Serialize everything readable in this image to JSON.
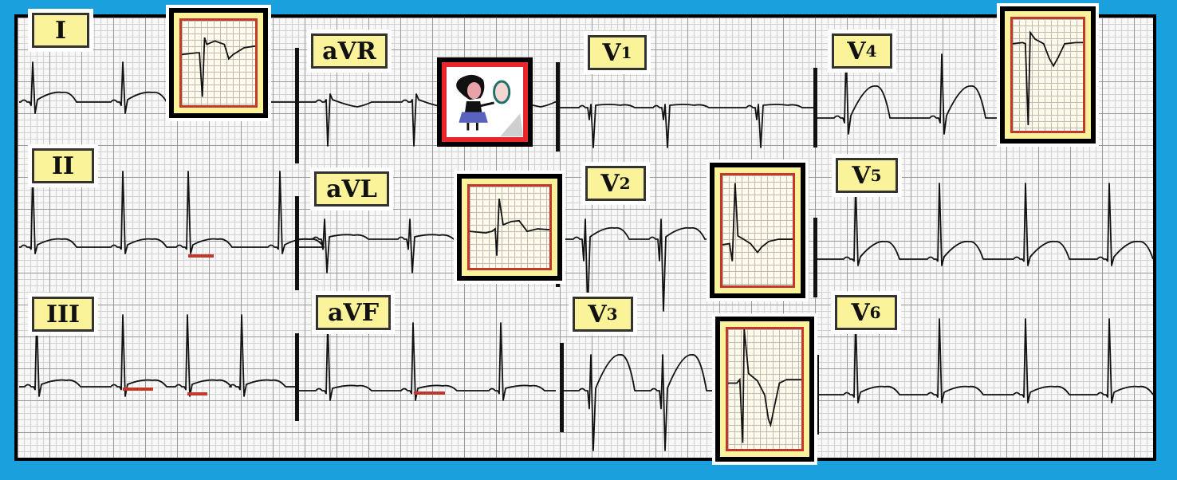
{
  "title": "12-lead ECG with magnified inset views",
  "leads": [
    {
      "id": "I",
      "label": "I",
      "sub": ""
    },
    {
      "id": "II",
      "label": "II",
      "sub": ""
    },
    {
      "id": "III",
      "label": "III",
      "sub": ""
    },
    {
      "id": "aVR",
      "label": "aVR",
      "sub": ""
    },
    {
      "id": "aVL",
      "label": "aVL",
      "sub": ""
    },
    {
      "id": "aVF",
      "label": "aVF",
      "sub": ""
    },
    {
      "id": "V1",
      "label": "V",
      "sub": "1"
    },
    {
      "id": "V2",
      "label": "V",
      "sub": "2"
    },
    {
      "id": "V3",
      "label": "V",
      "sub": "3"
    },
    {
      "id": "V4",
      "label": "V",
      "sub": "4"
    },
    {
      "id": "V5",
      "label": "V",
      "sub": "5"
    },
    {
      "id": "V6",
      "label": "V",
      "sub": "6"
    }
  ],
  "insets": [
    {
      "lead": "I",
      "finding": "T-wave inversion"
    },
    {
      "lead": "aVL",
      "finding": "T-wave inversion"
    },
    {
      "lead": "V2",
      "finding": "T-wave inversion"
    },
    {
      "lead": "V3",
      "finding": "deep T-wave inversion"
    },
    {
      "lead": "V4",
      "finding": "T-wave inversion"
    }
  ],
  "annotations": {
    "st_depression_markers": [
      "II",
      "III",
      "III",
      "aVF"
    ],
    "marker_color": "#c0392b"
  },
  "colors": {
    "background": "#1aa0dc",
    "label_fill": "#fbf39a",
    "inset_border": "#c0392b",
    "avatar_border": "#e8262b"
  },
  "avatar": {
    "icon": "magnifying-glass-reader-icon"
  }
}
